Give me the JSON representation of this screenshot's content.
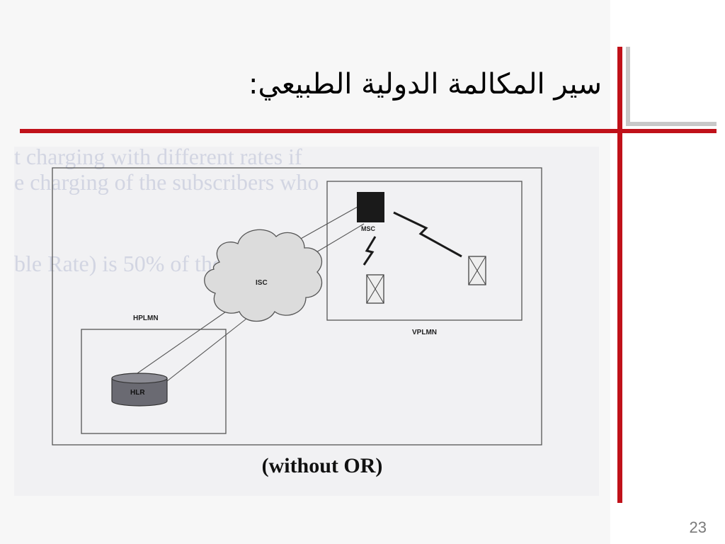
{
  "slide": {
    "title": "سير المكالمة الدولية الطبيعي:",
    "page_number": "23"
  },
  "diagram": {
    "ghost_text_lines": [
      "t charging with different rates if",
      "e charging of the subscribers who",
      "ble Rate) is 50% of the existing"
    ],
    "nodes": {
      "msc": "MSC",
      "isc": "ISC",
      "hplmn": "HPLMN",
      "vplmn": "VPLMN",
      "hlr": "HLR"
    },
    "caption": "(without OR)"
  },
  "colors": {
    "accent_red": "#c0111a",
    "gray_line": "#c8c8c8"
  }
}
